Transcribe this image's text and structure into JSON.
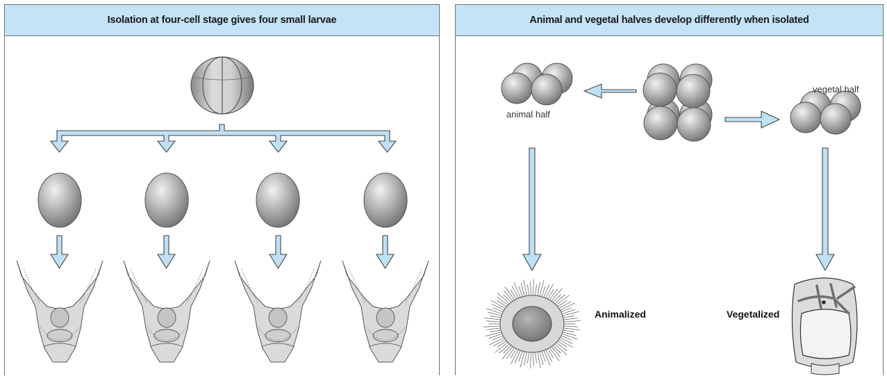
{
  "left_panel": {
    "title": "Isolation at four-cell stage gives four small larvae"
  },
  "right_panel": {
    "title": "Animal and vegetal halves develop differently when isolated",
    "labels": {
      "animal_half": "animal half",
      "vegetal_half": "vegetal half",
      "animalized": "Animalized",
      "vegetalized": "Vegetalized"
    }
  },
  "colors": {
    "header_fill": "#c3e3f6",
    "arrow_fill": "#bfe0f5",
    "outline": "#555555"
  }
}
